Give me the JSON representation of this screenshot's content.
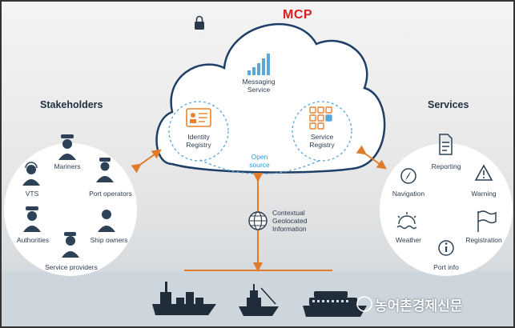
{
  "mcp_label": "MCP",
  "cloud": {
    "messaging": "Messaging\nService",
    "identity": "Identity\nRegistry",
    "service": "Service\nRegistry",
    "open_source": "Open\nsource"
  },
  "contextual": "Contextual\nGeolocated\nInformation",
  "stakeholders": {
    "title": "Stakeholders",
    "items": [
      "Mariners",
      "VTS",
      "Port operators",
      "Authorities",
      "Ship owners",
      "Service providers"
    ]
  },
  "services": {
    "title": "Services",
    "items": [
      "Reporting",
      "Navigation",
      "Warning",
      "Weather",
      "Registration",
      "Port info"
    ]
  },
  "watermark": "농어촌경제신문",
  "colors": {
    "cloud_stroke": "#1f3f66",
    "arrow": "#e07b2a",
    "accent": "#2b9bd6",
    "icon_orange": "#e8822f"
  }
}
